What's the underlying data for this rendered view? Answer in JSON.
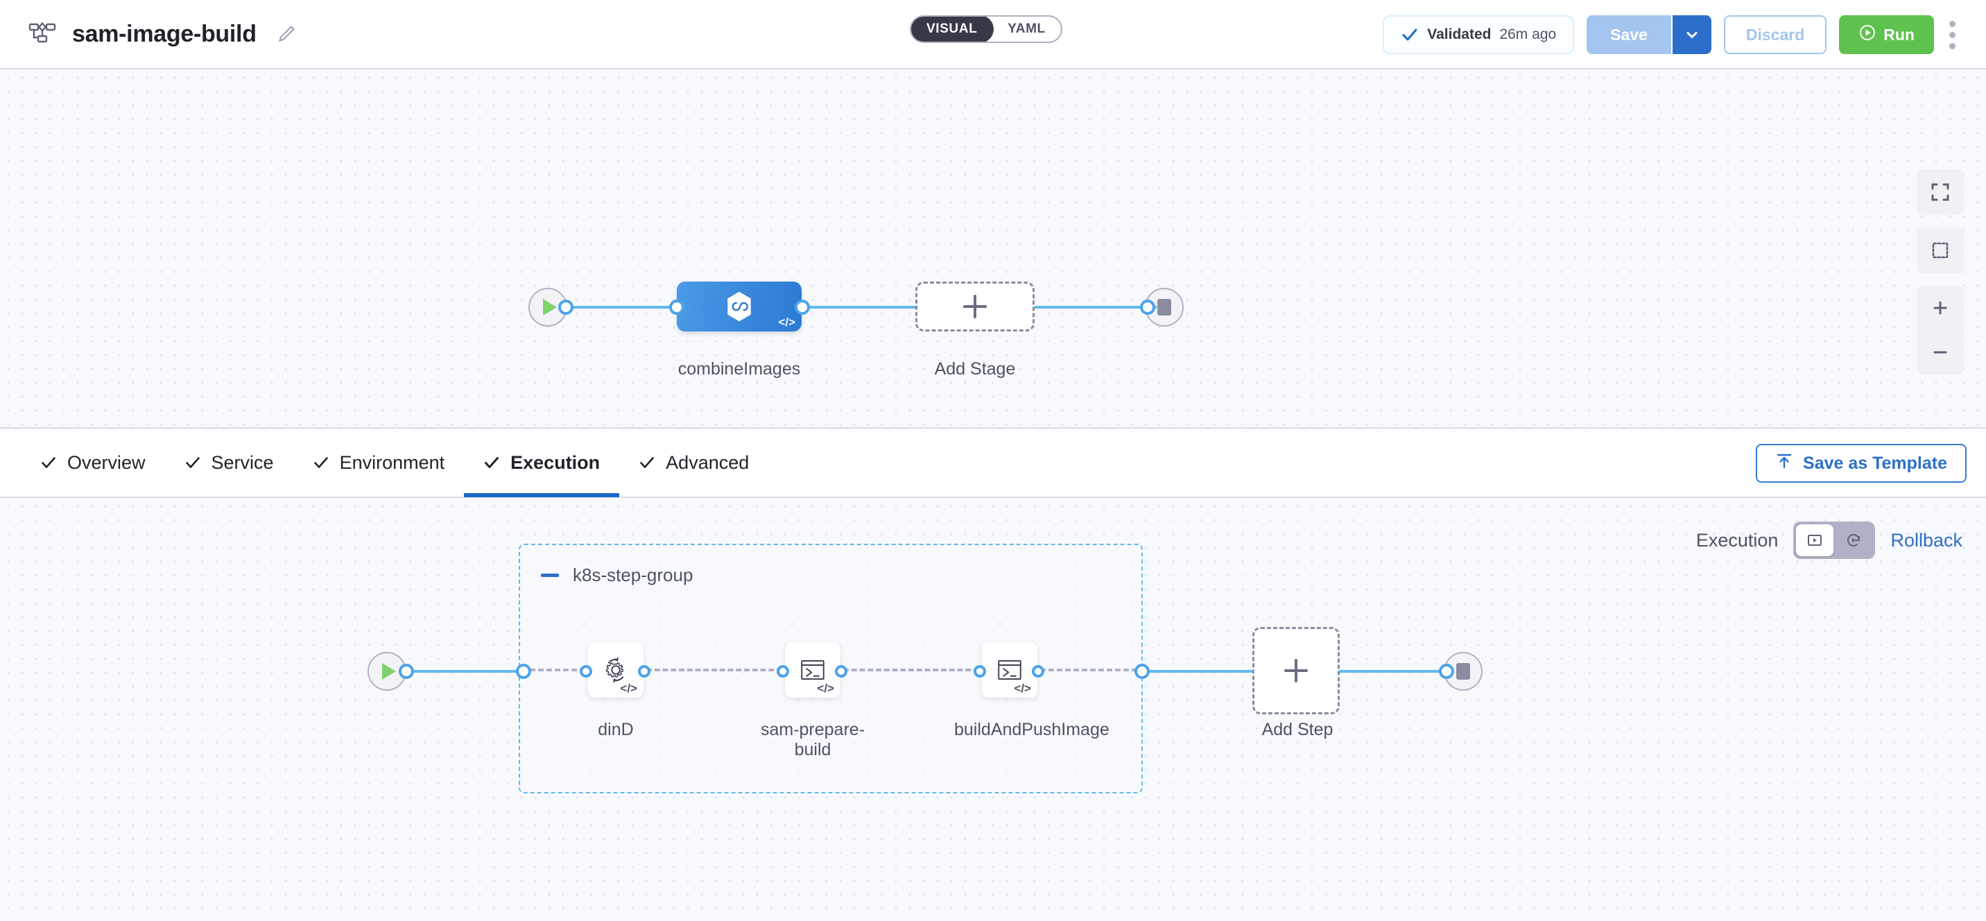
{
  "header": {
    "pipeline_icon": "pipeline-nodes-icon",
    "title": "sam-image-build",
    "edit_icon": "pencil-edit-icon",
    "view_toggle": {
      "visual": "VISUAL",
      "yaml": "YAML",
      "selected": "VISUAL"
    },
    "validation": {
      "check_icon": "check-icon",
      "label": "Validated",
      "time": "26m ago"
    },
    "save_label": "Save",
    "save_caret_icon": "chevron-down-icon",
    "discard_label": "Discard",
    "run_label": "Run",
    "run_icon": "play-circle-icon",
    "more_icon": "kebab-menu-icon"
  },
  "stage_canvas": {
    "start_icon": "play-icon",
    "end_icon": "stop-icon",
    "stage": {
      "label": "combineImages",
      "icon": "harness-hexagon-icon",
      "code_glyph": "</>"
    },
    "add_stage": {
      "label": "Add Stage",
      "icon": "plus-icon"
    },
    "zoom_controls": [
      {
        "name": "fit-to-screen-icon"
      },
      {
        "name": "marquee-select-icon"
      },
      {
        "name": "zoom-in-icon"
      },
      {
        "name": "zoom-out-icon"
      }
    ]
  },
  "tabs": [
    {
      "label": "Overview",
      "check_icon": "check-icon",
      "active": false
    },
    {
      "label": "Service",
      "check_icon": "check-icon",
      "active": false
    },
    {
      "label": "Environment",
      "check_icon": "check-icon",
      "active": false
    },
    {
      "label": "Execution",
      "check_icon": "check-icon",
      "active": true
    },
    {
      "label": "Advanced",
      "check_icon": "check-icon",
      "active": false
    }
  ],
  "save_as_template": {
    "label": "Save as Template",
    "icon": "template-upload-icon"
  },
  "execution_panel": {
    "execution_label": "Execution",
    "rollback_label": "Rollback",
    "toggle": {
      "execution_icon": "play-in-box-icon",
      "rollback_icon": "rollback-play-icon",
      "selected": "execution"
    },
    "start_icon": "play-icon",
    "end_icon": "stop-icon",
    "step_group": {
      "title": "k8s-step-group",
      "collapse_icon": "minus-collapse-icon",
      "steps": [
        {
          "label": "dinD",
          "icon": "gear-rotate-icon",
          "code_glyph": "</>"
        },
        {
          "label": "sam-prepare-build",
          "icon": "terminal-icon",
          "code_glyph": "</>"
        },
        {
          "label": "buildAndPushImage",
          "icon": "terminal-icon",
          "code_glyph": "</>"
        }
      ]
    },
    "add_step": {
      "label": "Add Step",
      "icon": "plus-icon"
    }
  },
  "colors": {
    "accent_blue": "#2b6fca",
    "edge_blue": "#61b9ee",
    "run_green": "#5fc14e",
    "canvas_bg": "#f8f9fc",
    "stage_blue": "#2c79d4"
  }
}
